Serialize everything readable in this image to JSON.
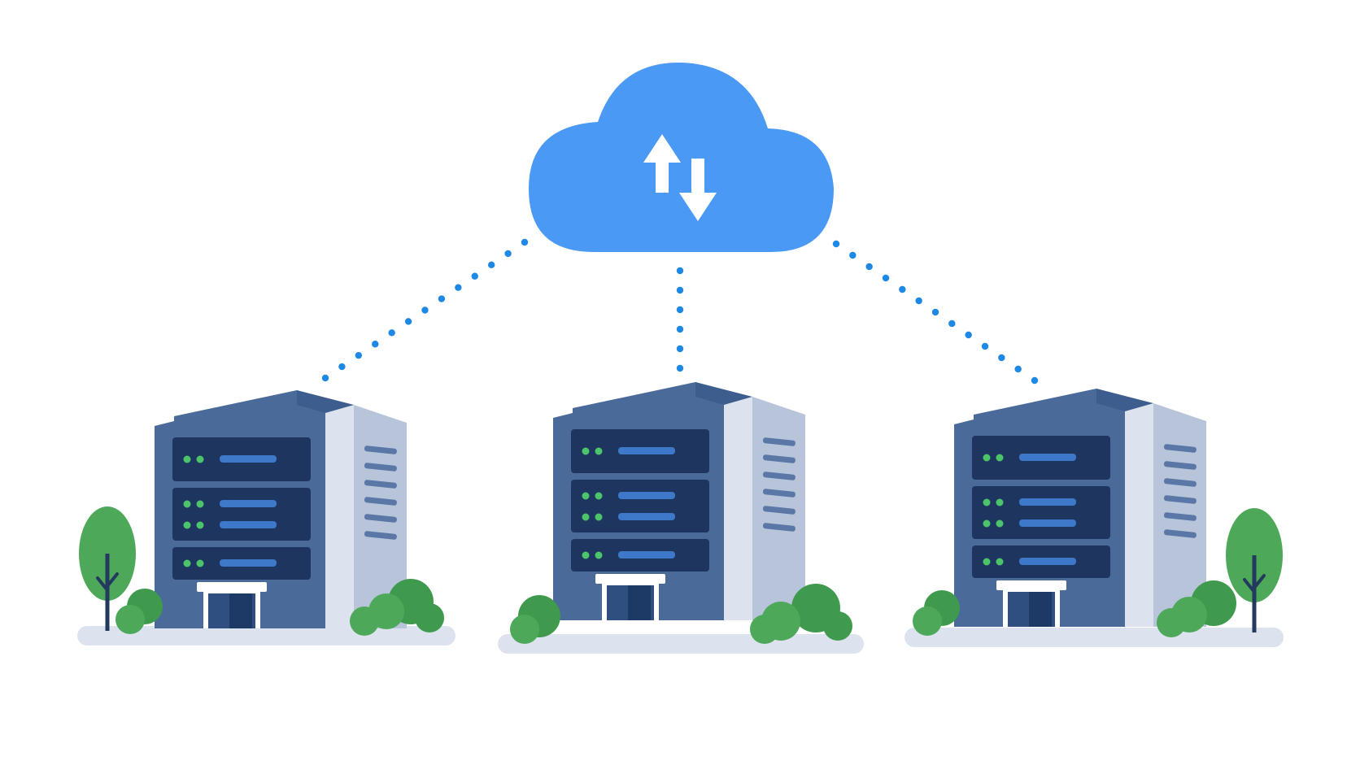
{
  "diagram": {
    "cloud": {
      "icon": "upload-download-arrows-icon",
      "color": "#4a9af5",
      "arrow_color": "#ffffff"
    },
    "connector": {
      "style": "dotted",
      "color": "#1e88e5"
    },
    "buildings": [
      {
        "id": "left",
        "trees": [
          "tall-tree-left",
          "bush-left",
          "bush-right"
        ]
      },
      {
        "id": "center",
        "trees": [
          "bush-left",
          "bush-right"
        ]
      },
      {
        "id": "right",
        "trees": [
          "bush-left",
          "bush-right",
          "tall-tree-right"
        ]
      }
    ],
    "palette": {
      "building_front": "#4a6a9a",
      "building_roof": "#3d5d8f",
      "building_side": "#b8c4da",
      "building_side_light": "#dde3ee",
      "server_panel": "#1e3560",
      "server_bar": "#3e78c8",
      "status_led": "#4cc46a",
      "tree_green": "#4ea85a",
      "bush_green": "#3f9a4e",
      "trunk": "#23395d",
      "ground": "#dde3ee",
      "door": "#2f4f80",
      "door_frame": "#ffffff"
    }
  }
}
